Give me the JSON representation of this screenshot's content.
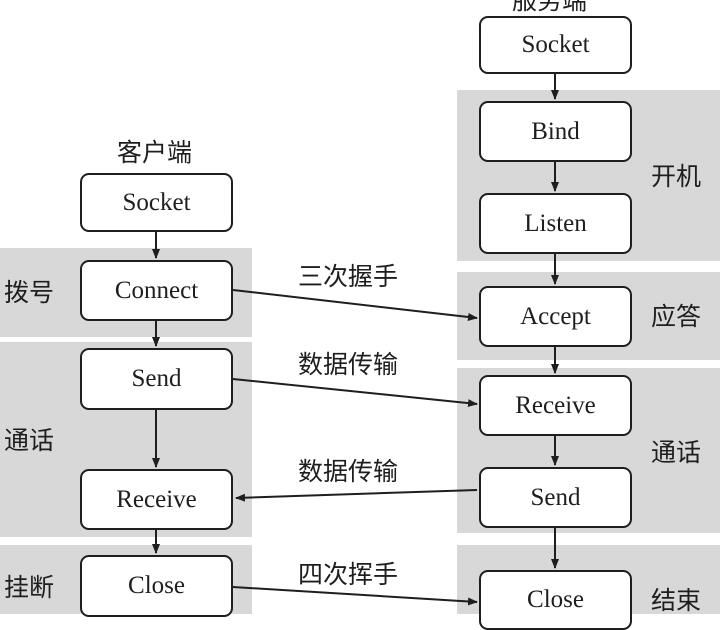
{
  "client": {
    "title": "客户端",
    "nodes": [
      "Socket",
      "Connect",
      "Send",
      "Receive",
      "Close"
    ]
  },
  "server": {
    "title": "服务端",
    "nodes": [
      "Socket",
      "Bind",
      "Listen",
      "Accept",
      "Receive",
      "Send",
      "Close"
    ]
  },
  "client_phases": [
    "拨号",
    "通话",
    "挂断"
  ],
  "server_phases": [
    "开机",
    "应答",
    "通话",
    "结束"
  ],
  "messages": [
    "三次握手",
    "数据传输",
    "数据传输",
    "四次挥手"
  ]
}
